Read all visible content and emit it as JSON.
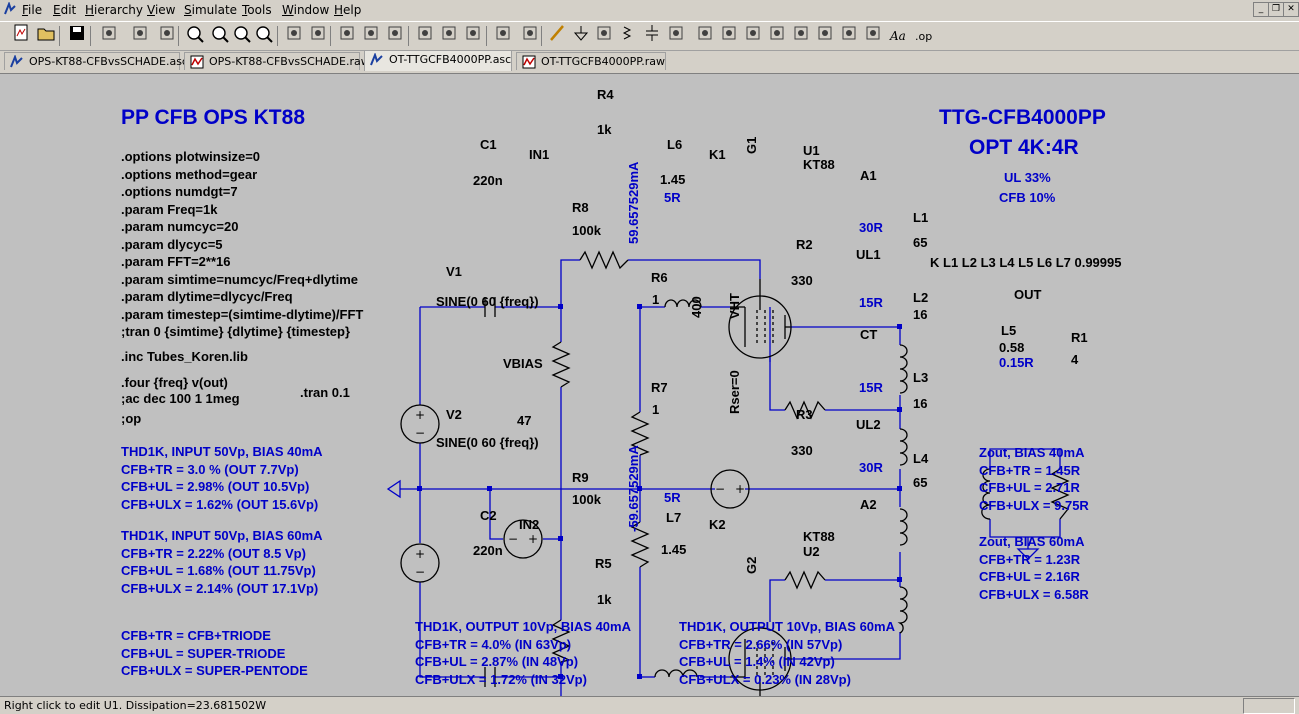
{
  "menu": {
    "items": [
      "File",
      "Edit",
      "Hierarchy",
      "View",
      "Simulate",
      "Tools",
      "Window",
      "Help"
    ],
    "underline": [
      "F",
      "E",
      "H",
      "V",
      "S",
      "T",
      "W",
      "H"
    ]
  },
  "toolbar": {
    "icons": [
      "new-schematic-icon",
      "open-icon",
      "save-icon",
      "control-panel-icon",
      "run-icon",
      "halt-icon",
      "zoom-in-icon",
      "zoom-pan-icon",
      "zoom-out-icon",
      "zoom-cancel-icon",
      "autorange-icon",
      "view-fft-icon",
      "tile-horizontal-icon",
      "cascade-icon",
      "close-window-icon",
      "cut-icon",
      "copy-icon",
      "find-icon",
      "print-setup-icon",
      "print-icon",
      "draw-wire-icon",
      "ground-icon",
      "label-net-icon",
      "resistor-icon",
      "capacitor-icon",
      "inductor-icon",
      "diode-icon",
      "component-icon",
      "move-icon",
      "drag-icon",
      "undo-icon",
      "redo-icon",
      "rotate-icon",
      "mirror-icon",
      "text-icon",
      "spice-directive-icon"
    ],
    "text_icon_label": "Aa",
    "spice_label": ".op"
  },
  "tabs": [
    {
      "label": "OPS-KT88-CFBvsSCHADE.asc",
      "kind": "schematic"
    },
    {
      "label": "OPS-KT88-CFBvsSCHADE.raw",
      "kind": "waveform"
    },
    {
      "label": "OT-TTGCFB4000PP.asc",
      "kind": "schematic",
      "active": true
    },
    {
      "label": "OT-TTGCFB4000PP.raw",
      "kind": "waveform"
    }
  ],
  "schematic": {
    "title_left": "PP CFB OPS KT88",
    "title_right_1": "TTG-CFB4000PP",
    "title_right_2": "OPT 4K:4R",
    "ul_pct": "UL 33%",
    "cfb_pct": "CFB 10%",
    "directives": [
      ".options plotwinsize=0",
      ".options method=gear",
      ".options numdgt=7",
      ".param Freq=1k",
      ".param numcyc=20",
      ".param dlycyc=5",
      ".param FFT=2**16",
      ".param simtime=numcyc/Freq+dlytime",
      ".param dlytime=dlycyc/Freq",
      ".param timestep=(simtime-dlytime)/FFT",
      ";tran 0 {simtime} {dlytime} {timestep}"
    ],
    "inc": ".inc Tubes_Koren.lib",
    "four": ".four {freq} v(out)",
    "ac": ";ac dec 100 1 1meg",
    "op": ";op",
    "tran": ".tran 0.1",
    "coupling": "K L1 L2 L3 L4 L5 L6 L7 0.99995",
    "parts": {
      "R4": "R4",
      "R4v": "1k",
      "R5": "R5",
      "R5v": "1k",
      "R8": "R8",
      "R8v": "100k",
      "R9": "R9",
      "R9v": "100k",
      "R6": "R6",
      "R6v": "1",
      "R7": "R7",
      "R7v": "1",
      "R2": "R2",
      "R2v": "330",
      "R3": "R3",
      "R3v": "330",
      "R1": "R1",
      "R1v": "4",
      "C1": "C1",
      "C1v": "220n",
      "C2": "C2",
      "C2v": "220n",
      "L6": "L6",
      "L6v": "1.45",
      "L6r": "5R",
      "L7": "L7",
      "L7v": "1.45",
      "L7r": "5R",
      "L1": "L1",
      "L1v": "65",
      "L1r": "30R",
      "L2": "L2",
      "L2v": "16",
      "L2r": "15R",
      "L3": "L3",
      "L3v": "16",
      "L3r": "15R",
      "L4": "L4",
      "L4v": "65",
      "L4r": "30R",
      "L5": "L5",
      "L5v": "0.58",
      "L5r": "0.15R",
      "V1": "V1",
      "V1v": "SINE(0 60 {freq})",
      "V2": "V2",
      "V2v": "SINE(0 60 {freq})",
      "VBIAS": "VBIAS",
      "VBIASv": "47",
      "VHT": "VHT",
      "VHTv": "400",
      "VHTr": "Rser=0",
      "U1": "U1",
      "U1m": "KT88",
      "U2": "U2",
      "U2m": "KT88"
    },
    "nets": {
      "IN1": "IN1",
      "IN2": "IN2",
      "K1": "K1",
      "K2": "K2",
      "G1": "G1",
      "G2": "G2",
      "A1": "A1",
      "A2": "A2",
      "UL1": "UL1",
      "UL2": "UL2",
      "CT": "CT",
      "OUT": "OUT"
    },
    "volt1": "59.657529mA",
    "volt2": "-59.657529mA",
    "thd_in40": {
      "header": "THD1K, INPUT 50Vp, BIAS 40mA",
      "rows": [
        "CFB+TR   = 3.0 % (OUT 7.7Vp)",
        "CFB+UL   = 2.98% (OUT 10.5Vp)",
        "CFB+ULX = 1.62% (OUT 15.6Vp)"
      ]
    },
    "thd_in60": {
      "header": "THD1K, INPUT 50Vp, BIAS 60mA",
      "rows": [
        "CFB+TR   = 2.22% (OUT 8.5 Vp)",
        "CFB+UL   = 1.68% (OUT 11.75Vp)",
        "CFB+ULX = 2.14% (OUT 17.1Vp)"
      ]
    },
    "legend": [
      "CFB+TR   = CFB+TRIODE",
      "CFB+UL   = SUPER-TRIODE",
      "CFB+ULX = SUPER-PENTODE"
    ],
    "thd_out40": {
      "header": "THD1K, OUTPUT 10Vp, BIAS 40mA",
      "rows": [
        "CFB+TR    = 4.0% (IN 63Vp)",
        "CFB+UL    = 2.87% (IN 48Vp)",
        "CFB+ULX  = 1.72% (IN 32Vp)"
      ]
    },
    "thd_out60": {
      "header": "THD1K, OUTPUT 10Vp, BIAS 60mA",
      "rows": [
        "CFB+TR    = 2.66% (IN 57Vp)",
        "CFB+UL    = 1.4% (IN 42Vp)",
        "CFB+ULX  = 0.23% (IN 28Vp)"
      ]
    },
    "zout40": {
      "header": "Zout, BIAS 40mA",
      "rows": [
        "CFB+TR   = 1.45R",
        "CFB+UL   = 2.71R",
        "CFB+ULX = 9.75R"
      ]
    },
    "zout60": {
      "header": "Zout, BIAS 60mA",
      "rows": [
        "CFB+TR   = 1.23R",
        "CFB+UL   = 2.16R",
        "CFB+ULX = 6.58R"
      ]
    }
  },
  "status": {
    "message": "Right click to edit U1.  Dissipation=23.681502W"
  },
  "colors": {
    "wire": "#0000c8",
    "component": "#000000",
    "canvas": "#c0c0c0",
    "blue_text": "#0000c8"
  }
}
